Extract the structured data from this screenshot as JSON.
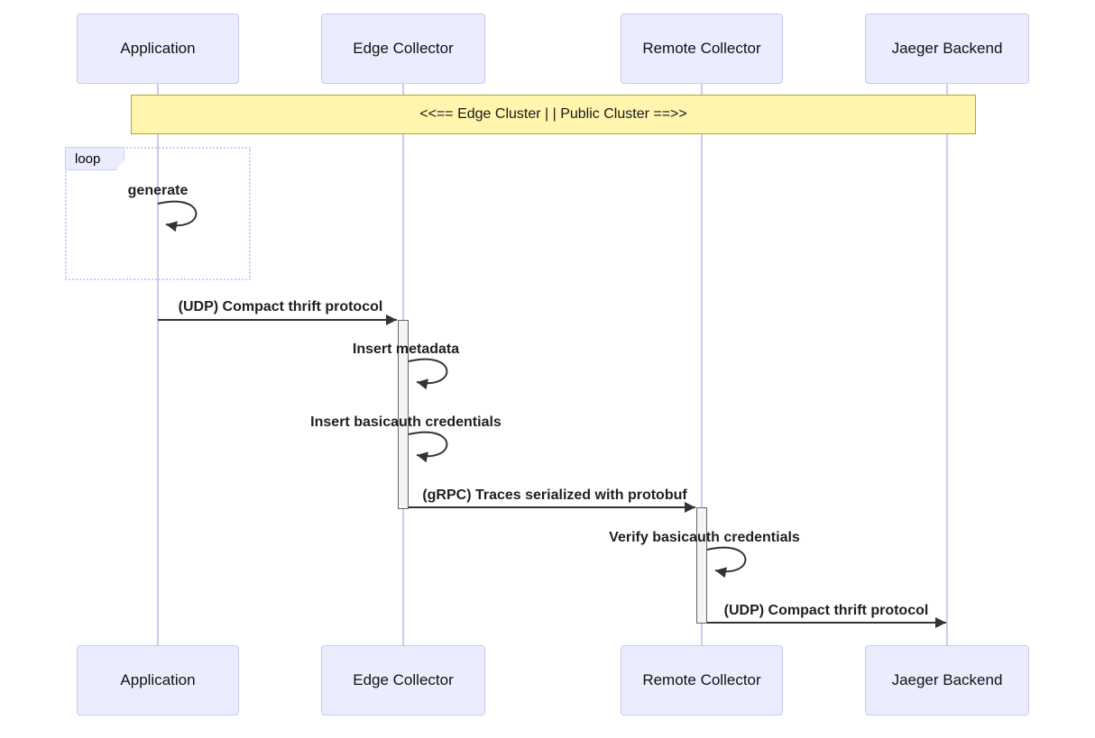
{
  "diagram": {
    "type": "sequence",
    "participants": [
      {
        "label": "Application"
      },
      {
        "label": "Edge Collector"
      },
      {
        "label": "Remote Collector"
      },
      {
        "label": "Jaeger Backend"
      }
    ],
    "note": {
      "text": "<<== Edge Cluster | | Public Cluster ==>>",
      "over": [
        "Application",
        "Jaeger Backend"
      ]
    },
    "loop": {
      "label": "loop"
    },
    "messages": [
      {
        "text": "generate",
        "type": "self",
        "from": "Application",
        "to": "Application"
      },
      {
        "text": "(UDP) Compact thrift protocol",
        "type": "solid-arrow",
        "from": "Application",
        "to": "Edge Collector"
      },
      {
        "text": "Insert metadata",
        "type": "self",
        "from": "Edge Collector",
        "to": "Edge Collector"
      },
      {
        "text": "Insert basicauth credentials",
        "type": "self",
        "from": "Edge Collector",
        "to": "Edge Collector"
      },
      {
        "text": "(gRPC) Traces serialized with protobuf",
        "type": "solid-arrow",
        "from": "Edge Collector",
        "to": "Remote Collector"
      },
      {
        "text": "Verify basicauth credentials",
        "type": "self",
        "from": "Remote Collector",
        "to": "Remote Collector"
      },
      {
        "text": "(UDP) Compact thrift protocol",
        "type": "solid-arrow",
        "from": "Remote Collector",
        "to": "Jaeger Backend"
      }
    ],
    "colors": {
      "actor_fill": "#ECECFF",
      "actor_border": "#c9c9f2",
      "lifeline": "#d5c7f0",
      "note_fill": "#fff5ad",
      "note_border": "#aaaa33",
      "arrow": "#333333",
      "activation_fill": "#f4f4f4",
      "activation_border": "#666666",
      "loop_border": "#ccccff"
    }
  }
}
